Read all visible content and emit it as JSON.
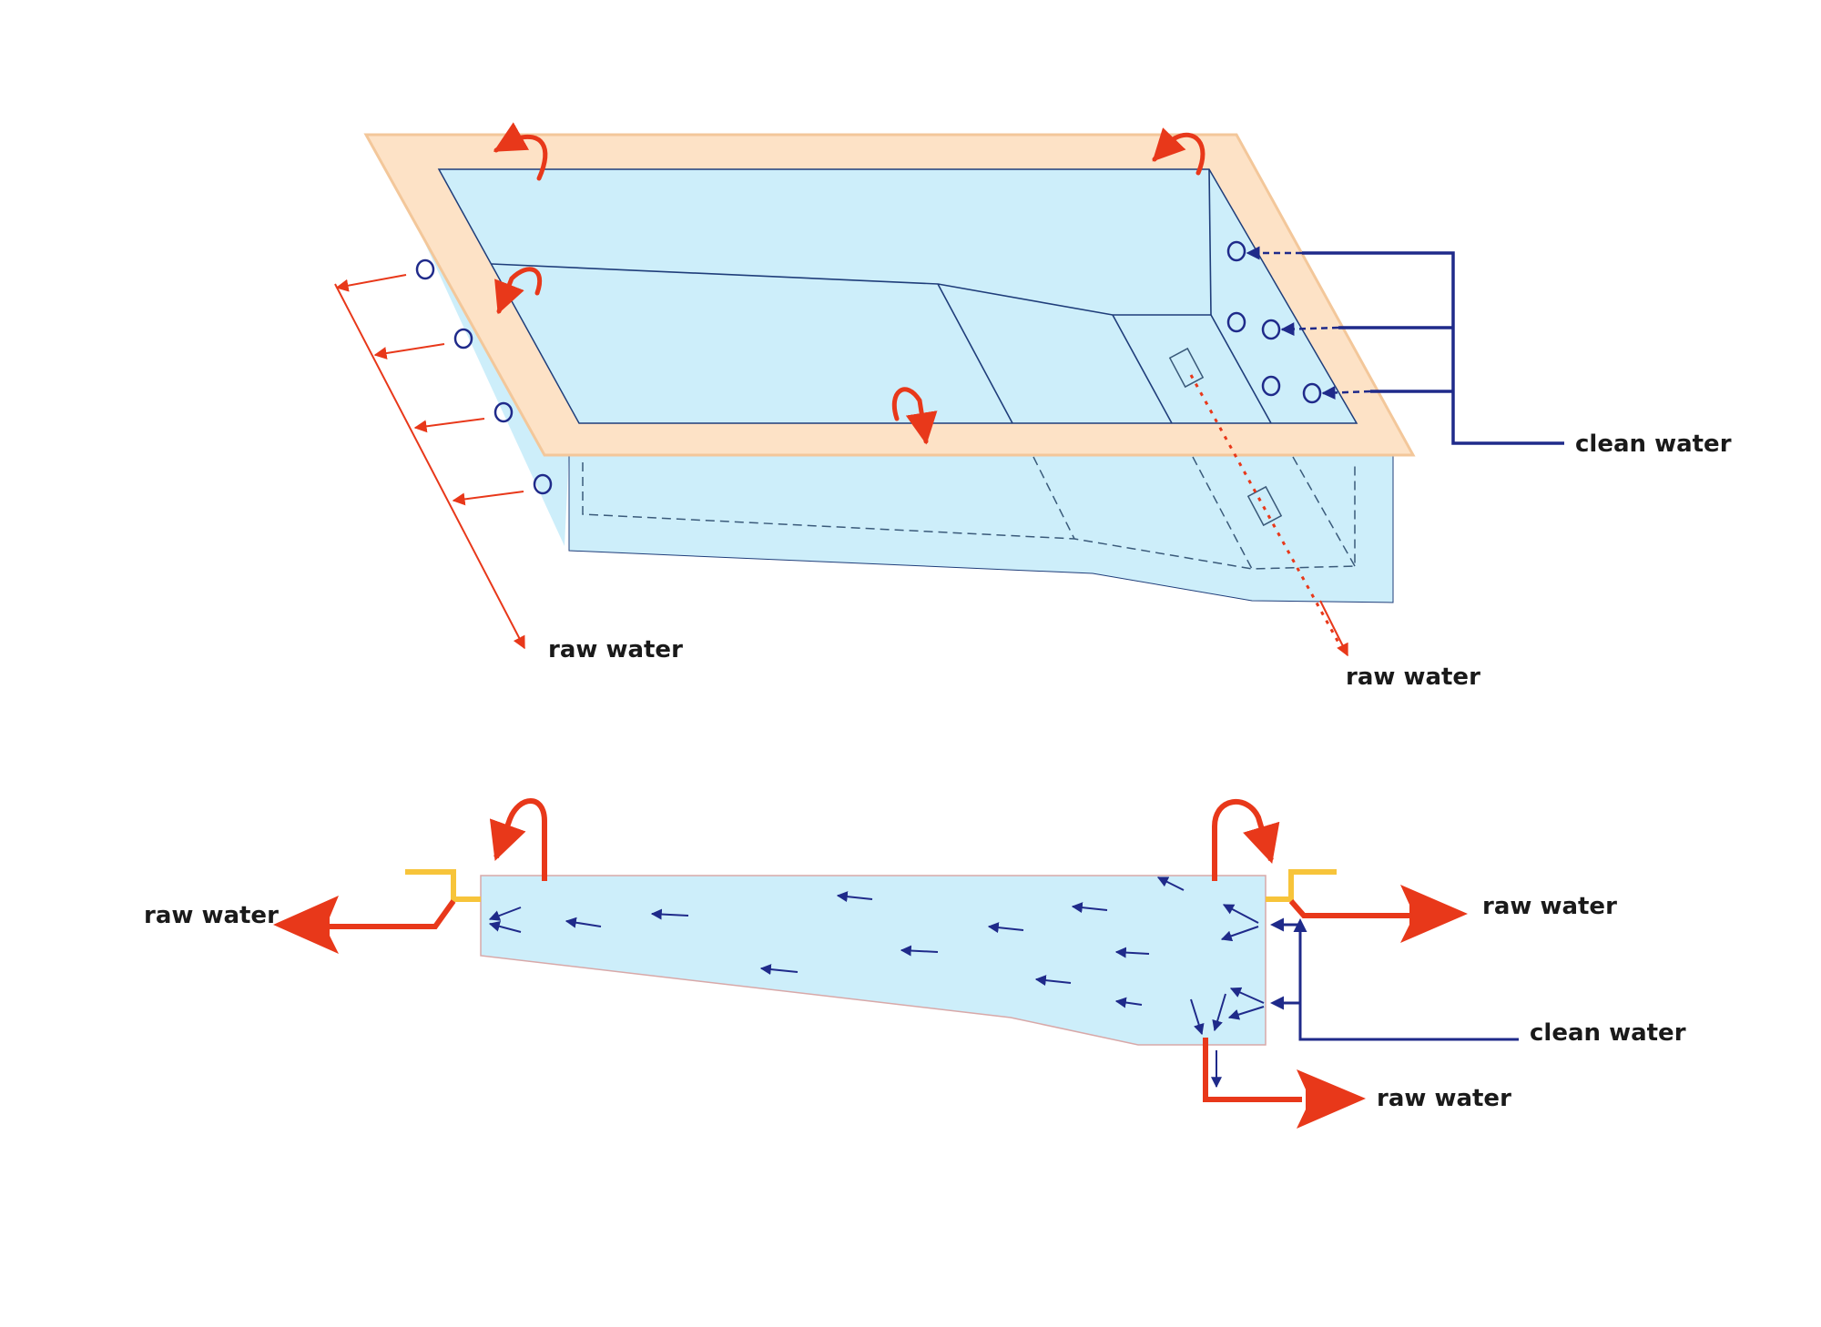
{
  "labels": {
    "top_raw_water_left": "raw water",
    "top_raw_water_drain": "raw water",
    "top_clean_water": "clean water",
    "bottom_raw_water_left": "raw water",
    "bottom_raw_water_right": "raw water",
    "bottom_clean_water": "clean water",
    "bottom_raw_water_drain": "raw water"
  },
  "colors": {
    "water": "#cdeefa",
    "deck": "#fde2c6",
    "raw_water": "#e8381a",
    "clean_water": "#1f2a8a",
    "gutter": "#f7c43a",
    "outline": "#1f3d7a"
  }
}
